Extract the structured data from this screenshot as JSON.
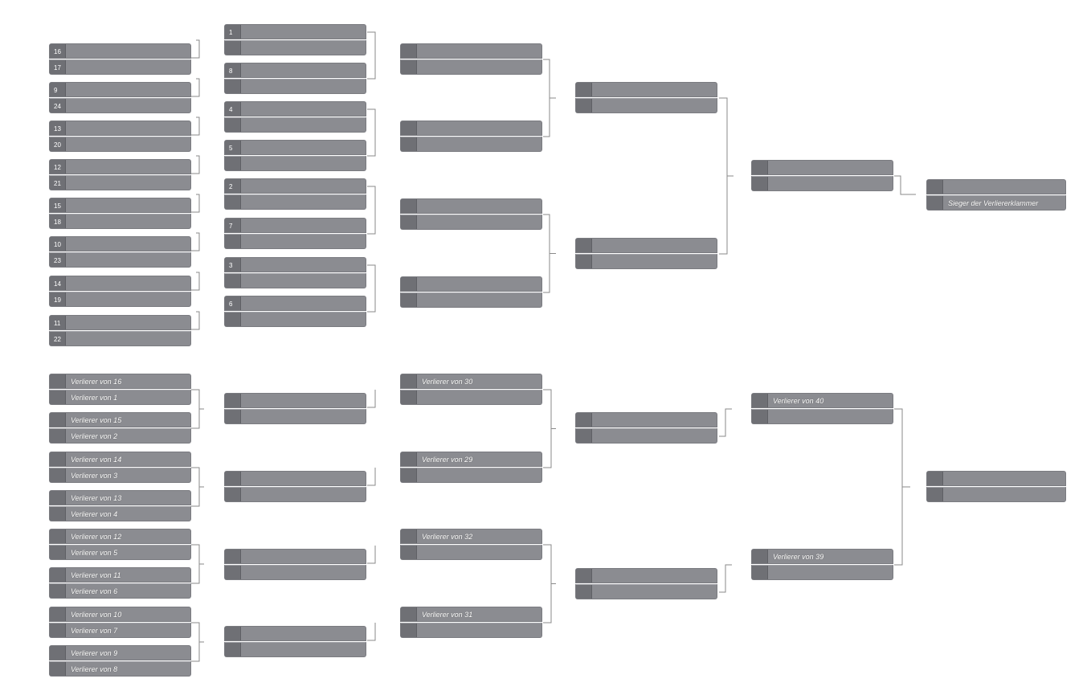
{
  "colors": {
    "slot": "#8b8c91",
    "seed": "#6f7075",
    "line": "#8a8a8a"
  },
  "winners": {
    "round1": [
      {
        "top": {
          "seed": "16",
          "name": ""
        },
        "bot": {
          "seed": "17",
          "name": ""
        }
      },
      {
        "top": {
          "seed": "9",
          "name": ""
        },
        "bot": {
          "seed": "24",
          "name": ""
        }
      },
      {
        "top": {
          "seed": "13",
          "name": ""
        },
        "bot": {
          "seed": "20",
          "name": ""
        }
      },
      {
        "top": {
          "seed": "12",
          "name": ""
        },
        "bot": {
          "seed": "21",
          "name": ""
        }
      },
      {
        "top": {
          "seed": "15",
          "name": ""
        },
        "bot": {
          "seed": "18",
          "name": ""
        }
      },
      {
        "top": {
          "seed": "10",
          "name": ""
        },
        "bot": {
          "seed": "23",
          "name": ""
        }
      },
      {
        "top": {
          "seed": "14",
          "name": ""
        },
        "bot": {
          "seed": "19",
          "name": ""
        }
      },
      {
        "top": {
          "seed": "11",
          "name": ""
        },
        "bot": {
          "seed": "22",
          "name": ""
        }
      }
    ],
    "round2": [
      {
        "top": {
          "seed": "1",
          "name": ""
        },
        "bot": {
          "seed": "",
          "name": ""
        }
      },
      {
        "top": {
          "seed": "8",
          "name": ""
        },
        "bot": {
          "seed": "",
          "name": ""
        }
      },
      {
        "top": {
          "seed": "4",
          "name": ""
        },
        "bot": {
          "seed": "",
          "name": ""
        }
      },
      {
        "top": {
          "seed": "5",
          "name": ""
        },
        "bot": {
          "seed": "",
          "name": ""
        }
      },
      {
        "top": {
          "seed": "2",
          "name": ""
        },
        "bot": {
          "seed": "",
          "name": ""
        }
      },
      {
        "top": {
          "seed": "7",
          "name": ""
        },
        "bot": {
          "seed": "",
          "name": ""
        }
      },
      {
        "top": {
          "seed": "3",
          "name": ""
        },
        "bot": {
          "seed": "",
          "name": ""
        }
      },
      {
        "top": {
          "seed": "6",
          "name": ""
        },
        "bot": {
          "seed": "",
          "name": ""
        }
      }
    ],
    "round3": [
      {
        "top": {
          "seed": "",
          "name": ""
        },
        "bot": {
          "seed": "",
          "name": ""
        }
      },
      {
        "top": {
          "seed": "",
          "name": ""
        },
        "bot": {
          "seed": "",
          "name": ""
        }
      },
      {
        "top": {
          "seed": "",
          "name": ""
        },
        "bot": {
          "seed": "",
          "name": ""
        }
      },
      {
        "top": {
          "seed": "",
          "name": ""
        },
        "bot": {
          "seed": "",
          "name": ""
        }
      }
    ],
    "round4": [
      {
        "top": {
          "seed": "",
          "name": ""
        },
        "bot": {
          "seed": "",
          "name": ""
        }
      },
      {
        "top": {
          "seed": "",
          "name": ""
        },
        "bot": {
          "seed": "",
          "name": ""
        }
      }
    ],
    "round5": [
      {
        "top": {
          "seed": "",
          "name": ""
        },
        "bot": {
          "seed": "",
          "name": ""
        }
      }
    ],
    "final": [
      {
        "top": {
          "seed": "",
          "name": ""
        },
        "bot": {
          "seed": "",
          "name": "Sieger der Verliererklammer"
        }
      }
    ]
  },
  "losers": {
    "round1": [
      {
        "top": {
          "seed": "",
          "name": "Verlierer von 16"
        },
        "bot": {
          "seed": "",
          "name": "Verlierer von 1"
        }
      },
      {
        "top": {
          "seed": "",
          "name": "Verlierer von 15"
        },
        "bot": {
          "seed": "",
          "name": "Verlierer von 2"
        }
      },
      {
        "top": {
          "seed": "",
          "name": "Verlierer von 14"
        },
        "bot": {
          "seed": "",
          "name": "Verlierer von 3"
        }
      },
      {
        "top": {
          "seed": "",
          "name": "Verlierer von 13"
        },
        "bot": {
          "seed": "",
          "name": "Verlierer von 4"
        }
      },
      {
        "top": {
          "seed": "",
          "name": "Verlierer von 12"
        },
        "bot": {
          "seed": "",
          "name": "Verlierer von 5"
        }
      },
      {
        "top": {
          "seed": "",
          "name": "Verlierer von 11"
        },
        "bot": {
          "seed": "",
          "name": "Verlierer von 6"
        }
      },
      {
        "top": {
          "seed": "",
          "name": "Verlierer von 10"
        },
        "bot": {
          "seed": "",
          "name": "Verlierer von 7"
        }
      },
      {
        "top": {
          "seed": "",
          "name": "Verlierer von 9"
        },
        "bot": {
          "seed": "",
          "name": "Verlierer von 8"
        }
      }
    ],
    "round2": [
      {
        "top": {
          "seed": "",
          "name": ""
        },
        "bot": {
          "seed": "",
          "name": ""
        }
      },
      {
        "top": {
          "seed": "",
          "name": ""
        },
        "bot": {
          "seed": "",
          "name": ""
        }
      },
      {
        "top": {
          "seed": "",
          "name": ""
        },
        "bot": {
          "seed": "",
          "name": ""
        }
      },
      {
        "top": {
          "seed": "",
          "name": ""
        },
        "bot": {
          "seed": "",
          "name": ""
        }
      }
    ],
    "round3": [
      {
        "top": {
          "seed": "",
          "name": "Verlierer von 30"
        },
        "bot": {
          "seed": "",
          "name": ""
        }
      },
      {
        "top": {
          "seed": "",
          "name": "Verlierer von 29"
        },
        "bot": {
          "seed": "",
          "name": ""
        }
      },
      {
        "top": {
          "seed": "",
          "name": "Verlierer von 32"
        },
        "bot": {
          "seed": "",
          "name": ""
        }
      },
      {
        "top": {
          "seed": "",
          "name": "Verlierer von 31"
        },
        "bot": {
          "seed": "",
          "name": ""
        }
      }
    ],
    "round4": [
      {
        "top": {
          "seed": "",
          "name": ""
        },
        "bot": {
          "seed": "",
          "name": ""
        }
      },
      {
        "top": {
          "seed": "",
          "name": ""
        },
        "bot": {
          "seed": "",
          "name": ""
        }
      }
    ],
    "round5": [
      {
        "top": {
          "seed": "",
          "name": "Verlierer von 40"
        },
        "bot": {
          "seed": "",
          "name": ""
        }
      },
      {
        "top": {
          "seed": "",
          "name": "Verlierer von 39"
        },
        "bot": {
          "seed": "",
          "name": ""
        }
      }
    ],
    "final": [
      {
        "top": {
          "seed": "",
          "name": ""
        },
        "bot": {
          "seed": "",
          "name": ""
        }
      }
    ]
  }
}
